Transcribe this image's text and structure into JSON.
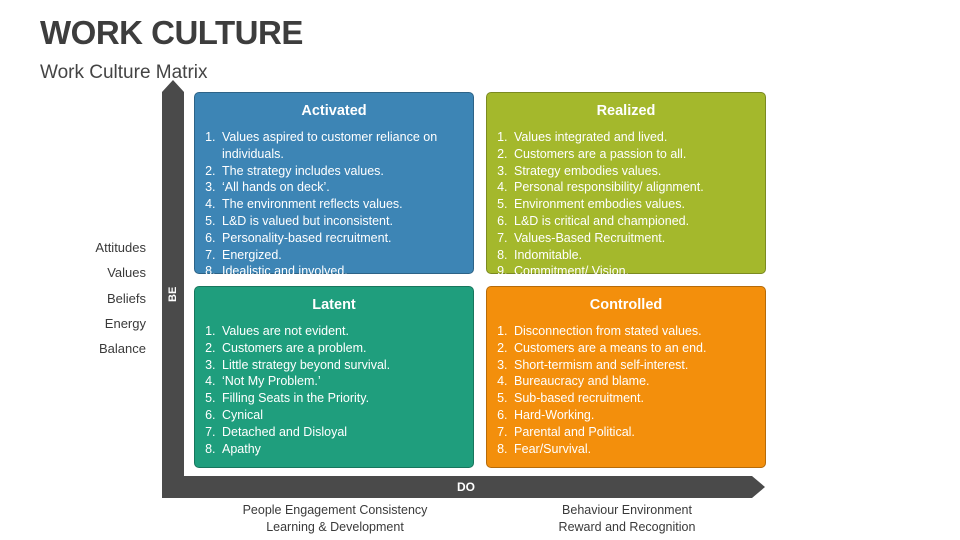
{
  "title": "WORK CULTURE",
  "subtitle": "Work Culture Matrix",
  "axes": {
    "y_label": "BE",
    "x_label": "DO",
    "be_items": [
      "Attitudes",
      "Values",
      "Beliefs",
      "Energy",
      "Balance"
    ],
    "do_left": [
      "People Engagement Consistency",
      "Learning & Development"
    ],
    "do_right": [
      "Behaviour Environment",
      "Reward and Recognition"
    ]
  },
  "quadrants": {
    "activated": {
      "title": "Activated",
      "color": "#3d85b5",
      "items": [
        "Values aspired to customer reliance on individuals.",
        "The strategy includes values.",
        "‘All hands on deck’.",
        "The environment reflects values.",
        "L&D is valued but inconsistent.",
        "Personality-based recruitment.",
        "Energized.",
        "Idealistic and involved."
      ]
    },
    "realized": {
      "title": "Realized",
      "color": "#a4b82c",
      "items": [
        "Values integrated and lived.",
        "Customers are a passion to all.",
        "Strategy embodies values.",
        "Personal responsibility/ alignment.",
        "Environment embodies values.",
        "L&D is critical and championed.",
        "Values-Based Recruitment.",
        "Indomitable.",
        "Commitment/ Vision."
      ]
    },
    "latent": {
      "title": "Latent",
      "color": "#1f9e7d",
      "items": [
        "Values are not evident.",
        "Customers are a problem.",
        "Little strategy beyond survival.",
        "‘Not My Problem.’",
        "Filling Seats in the Priority.",
        "Cynical",
        "Detached and Disloyal",
        "Apathy"
      ]
    },
    "controlled": {
      "title": "Controlled",
      "color": "#f38f0c",
      "items": [
        "Disconnection from stated values.",
        "Customers are a means to an end.",
        "Short-termism and self-interest.",
        "Bureaucracy and blame.",
        "Sub-based recruitment.",
        "Hard-Working.",
        "Parental and Political.",
        "Fear/Survival."
      ]
    }
  }
}
